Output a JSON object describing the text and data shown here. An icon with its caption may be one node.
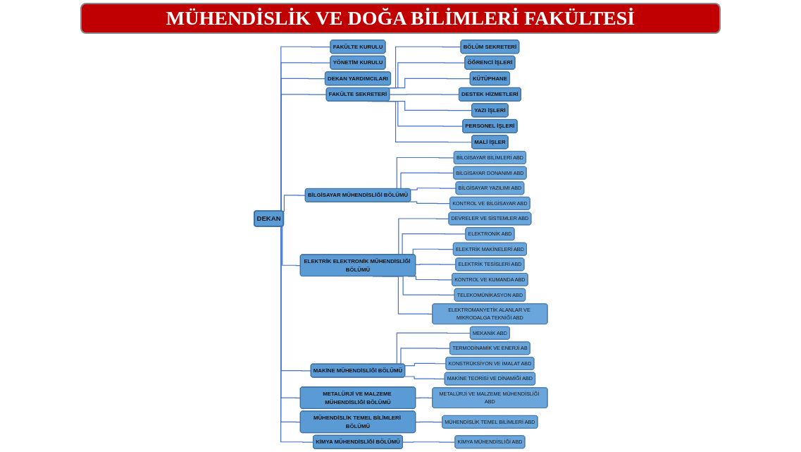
{
  "diagram": {
    "title": "MÜHENDİSLİK VE DOĞA BİLİMLERİ FAKÜLTESİ",
    "nodes": [
      {
        "text": [
          "DEKAN"
        ]
      },
      {
        "text": [
          "FAKÜLTE KURULU"
        ]
      },
      {
        "text": [
          "YÖNETİM KURULU"
        ]
      },
      {
        "text": [
          "DEKAN YARDIMCILARI"
        ]
      },
      {
        "text": [
          "FAKÜLTE SEKRETERİ"
        ]
      },
      {
        "text": [
          "BİLGİSAYAR MÜHENDİSLİĞİ BÖLÜMÜ"
        ]
      },
      {
        "text": [
          "ELEKTRİK ELEKTRONİK MÜHENDİSLİĞİ BÖLÜMÜ"
        ]
      },
      {
        "text": [
          "MAKİNE MÜHENDİSLİĞİ BÖLÜMÜ"
        ]
      },
      {
        "text": [
          "METALÜRJİ VE MALZEME MÜHENDİSLİĞİ BÖLÜMÜ"
        ]
      },
      {
        "text": [
          "MÜHENDİSLİK TEMEL BİLİMLERİ BÖLÜMÜ"
        ]
      },
      {
        "text": [
          "KİMYA MÜHENDİSLİĞİ BÖLÜMÜ"
        ]
      },
      {
        "text": [
          "BÖLÜM SEKRETERİ"
        ]
      },
      {
        "text": [
          "ÖĞRENCİ İŞLERİ"
        ]
      },
      {
        "text": [
          "KÜTÜPHANE"
        ]
      },
      {
        "text": [
          "DESTEK HİZMETLERİ"
        ]
      },
      {
        "text": [
          "YAZI İŞLERİ"
        ]
      },
      {
        "text": [
          "PERSONEL İŞLERİ"
        ]
      },
      {
        "text": [
          "MALİ İŞLER"
        ]
      },
      {
        "text": [
          "BİLGİSAYAR BİLİMLERİ ABD"
        ]
      },
      {
        "text": [
          "BİLGİSAYAR DONANIMI ABD"
        ]
      },
      {
        "text": [
          "BİLGİSAYAR YAZILIMI ABD"
        ]
      },
      {
        "text": [
          "KONTROL VE BİLGİSAYAR ABD"
        ]
      },
      {
        "text": [
          "DEVRELER VE SİSTEMLER ABD"
        ]
      },
      {
        "text": [
          "ELEKTRONİK ABD"
        ]
      },
      {
        "text": [
          "ELEKTRİK MAKİNELERİ ABD"
        ]
      },
      {
        "text": [
          "ELEKTRİK TESİSLERİ ABD"
        ]
      },
      {
        "text": [
          "KONTROL VE KUMANDA ABD"
        ]
      },
      {
        "text": [
          "TELEKOMÜNİKASYON ABD"
        ]
      },
      {
        "text": [
          "ELEKTROMANYETİK ALANLAR VE MİKRODALGA TEKNİĞİ ABD"
        ]
      },
      {
        "text": [
          "MEKANİK ABD"
        ]
      },
      {
        "text": [
          "TERMODİNAMİK VE ENERJİ AB"
        ]
      },
      {
        "text": [
          "KONSTRÜKSİYON VE İMALAT ABD"
        ]
      },
      {
        "text": [
          "MAKİNE TEORİSİ VE DİNAMİĞİ ABD"
        ]
      },
      {
        "text": [
          "METALÜRJİ VE MALZEME MÜHENDİSLİĞİ ABD"
        ]
      },
      {
        "text": [
          "MÜHENDİSLİK TEMEL BİLİMLERİ ABD"
        ]
      },
      {
        "text": [
          "KİMYA MÜHENDİSLİĞİ ABD"
        ]
      }
    ],
    "edges": [
      {
        "from": 0,
        "to": 1,
        "arrow": "none"
      },
      {
        "from": 0,
        "to": 2,
        "arrow": "none"
      },
      {
        "from": 0,
        "to": 3,
        "arrow": "none"
      },
      {
        "from": 0,
        "to": 4,
        "arrow": "none"
      },
      {
        "from": 0,
        "to": 5,
        "arrow": "none"
      },
      {
        "from": 0,
        "to": 6,
        "arrow": "none"
      },
      {
        "from": 0,
        "to": 7,
        "arrow": "none"
      },
      {
        "from": 0,
        "to": 8,
        "arrow": "none"
      },
      {
        "from": 0,
        "to": 9,
        "arrow": "none"
      },
      {
        "from": 0,
        "to": 10,
        "arrow": "none"
      },
      {
        "from": 4,
        "to": 11,
        "arrow": "none"
      },
      {
        "from": 4,
        "to": 12,
        "arrow": "none"
      },
      {
        "from": 4,
        "to": 13,
        "arrow": "none"
      },
      {
        "from": 4,
        "to": 14,
        "arrow": "none"
      },
      {
        "from": 4,
        "to": 15,
        "arrow": "none"
      },
      {
        "from": 4,
        "to": 16,
        "arrow": "none"
      },
      {
        "from": 4,
        "to": 17,
        "arrow": "none"
      },
      {
        "from": 5,
        "to": 18,
        "arrow": "none"
      },
      {
        "from": 5,
        "to": 19,
        "arrow": "none"
      },
      {
        "from": 5,
        "to": 20,
        "arrow": "none"
      },
      {
        "from": 5,
        "to": 21,
        "arrow": "none"
      },
      {
        "from": 6,
        "to": 22,
        "arrow": "none"
      },
      {
        "from": 6,
        "to": 23,
        "arrow": "none"
      },
      {
        "from": 6,
        "to": 24,
        "arrow": "none"
      },
      {
        "from": 6,
        "to": 25,
        "arrow": "none"
      },
      {
        "from": 6,
        "to": 26,
        "arrow": "none"
      },
      {
        "from": 6,
        "to": 27,
        "arrow": "none"
      },
      {
        "from": 6,
        "to": 28,
        "arrow": "none"
      },
      {
        "from": 7,
        "to": 29,
        "arrow": "none"
      },
      {
        "from": 7,
        "to": 30,
        "arrow": "none"
      },
      {
        "from": 7,
        "to": 31,
        "arrow": "none"
      },
      {
        "from": 7,
        "to": 32,
        "arrow": "none"
      },
      {
        "from": 8,
        "to": 33,
        "arrow": "none"
      },
      {
        "from": 9,
        "to": 34,
        "arrow": "none"
      },
      {
        "from": 10,
        "to": 35,
        "arrow": "none"
      }
    ]
  }
}
